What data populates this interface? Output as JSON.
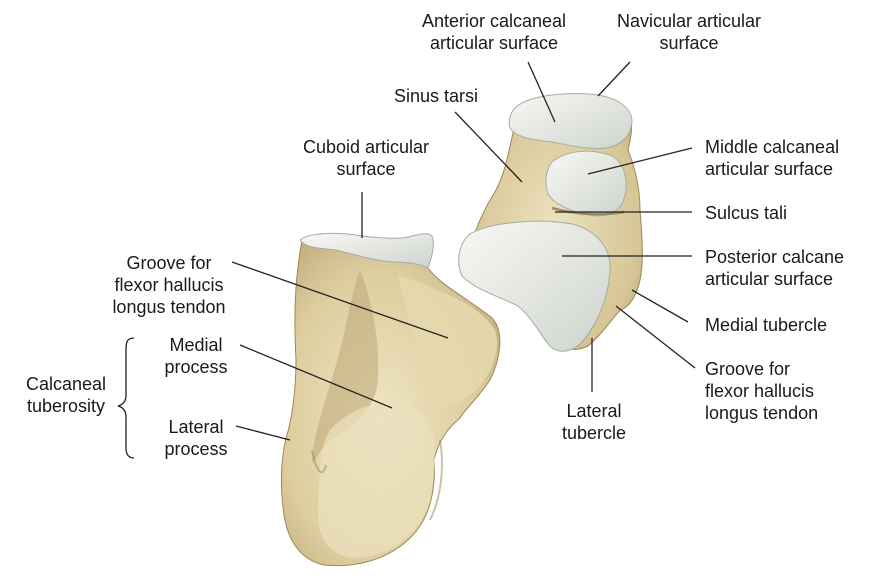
{
  "labels": {
    "anterior_calcaneal": [
      "Anterior calcaneal",
      "articular surface"
    ],
    "navicular": [
      "Navicular articular",
      "surface"
    ],
    "sinus_tarsi": [
      "Sinus tarsi"
    ],
    "cuboid": [
      "Cuboid articular",
      "surface"
    ],
    "middle_calcaneal": [
      "Middle calcaneal",
      "articular surface"
    ],
    "sulcus_tali": [
      "Sulcus tali"
    ],
    "posterior_calcaneal": [
      "Posterior calcane",
      "articular surface"
    ],
    "groove_left": [
      "Groove for",
      "flexor hallucis",
      "longus tendon"
    ],
    "medial_tubercle": [
      "Medial tubercle"
    ],
    "medial_process": [
      "Medial",
      "process"
    ],
    "calcaneal_tuberosity": [
      "Calcaneal",
      "tuberosity"
    ],
    "lateral_process": [
      "Lateral",
      "process"
    ],
    "lateral_tubercle": [
      "Lateral",
      "tubercle"
    ],
    "groove_right": [
      "Groove for",
      "flexor hallucis",
      "longus tendon"
    ]
  },
  "colors": {
    "bone": "#e8dcb5",
    "bone_shadow": "#b9a574",
    "bone_dark": "#8c7a4e",
    "cartilage": "#eef0ec",
    "cartilage_shadow": "#c9cec8",
    "leader": "#222222"
  }
}
